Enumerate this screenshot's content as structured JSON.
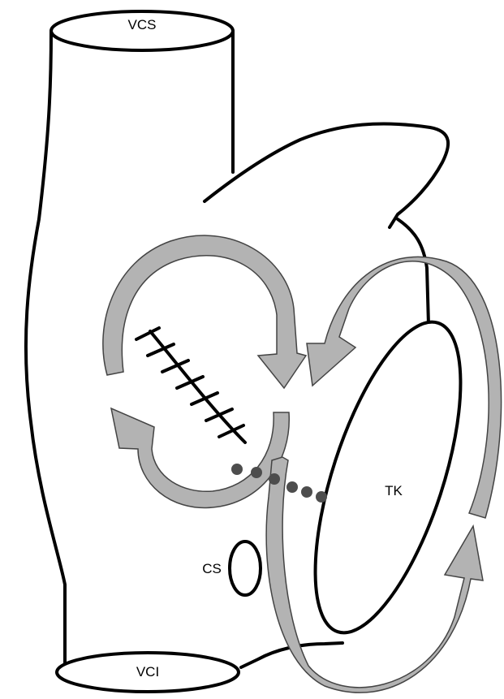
{
  "labels": {
    "vcs": "VCS",
    "vci": "VCI",
    "cs": "CS",
    "tk": "TK"
  },
  "colors": {
    "outline": "#000000",
    "arrow_fill": "#b3b3b3",
    "arrow_stroke": "#444444",
    "dots": "#4d4d4d",
    "background": "#ffffff"
  }
}
